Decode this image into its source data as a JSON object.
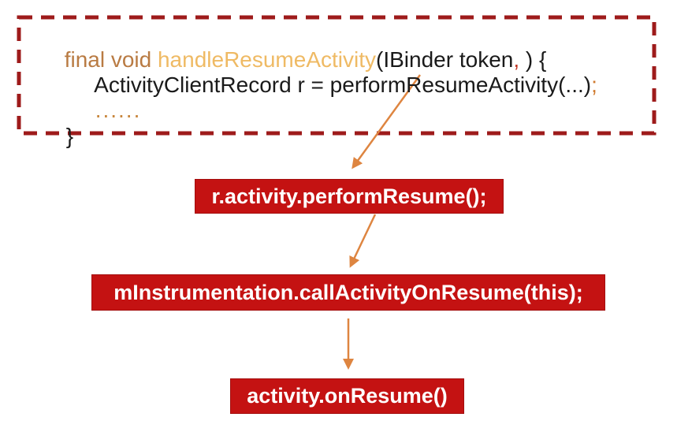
{
  "code_block": {
    "line1_keyword": "final void ",
    "line1_method": "handleResumeActivity",
    "line1_args_open": "(IBinder token",
    "line1_comma": ",",
    "line1_close": " ) {",
    "line2_code": "ActivityClientRecord r = performResumeActivity(...)",
    "line2_semicolon": ";",
    "line3_ellipsis": "......",
    "line4_brace": "}"
  },
  "flow": {
    "boxes": [
      {
        "label": "r.activity.performResume();"
      },
      {
        "label": "mInstrumentation.callActivityOnResume(this);"
      },
      {
        "label": "activity.onResume()"
      }
    ]
  },
  "colors": {
    "background": "#ffffff",
    "dashed_border": "#9e1b1b",
    "flow_box_fill": "#c41212",
    "flow_box_border": "#a30e0e",
    "flow_box_text": "#ffffff",
    "arrow": "#de8540",
    "keyword": "#b97b43",
    "method_name": "#efba64",
    "code_text": "#1a1a1a",
    "comma": "#c23a28",
    "semicolon": "#d07a2e",
    "ellipsis": "#c8863c"
  }
}
